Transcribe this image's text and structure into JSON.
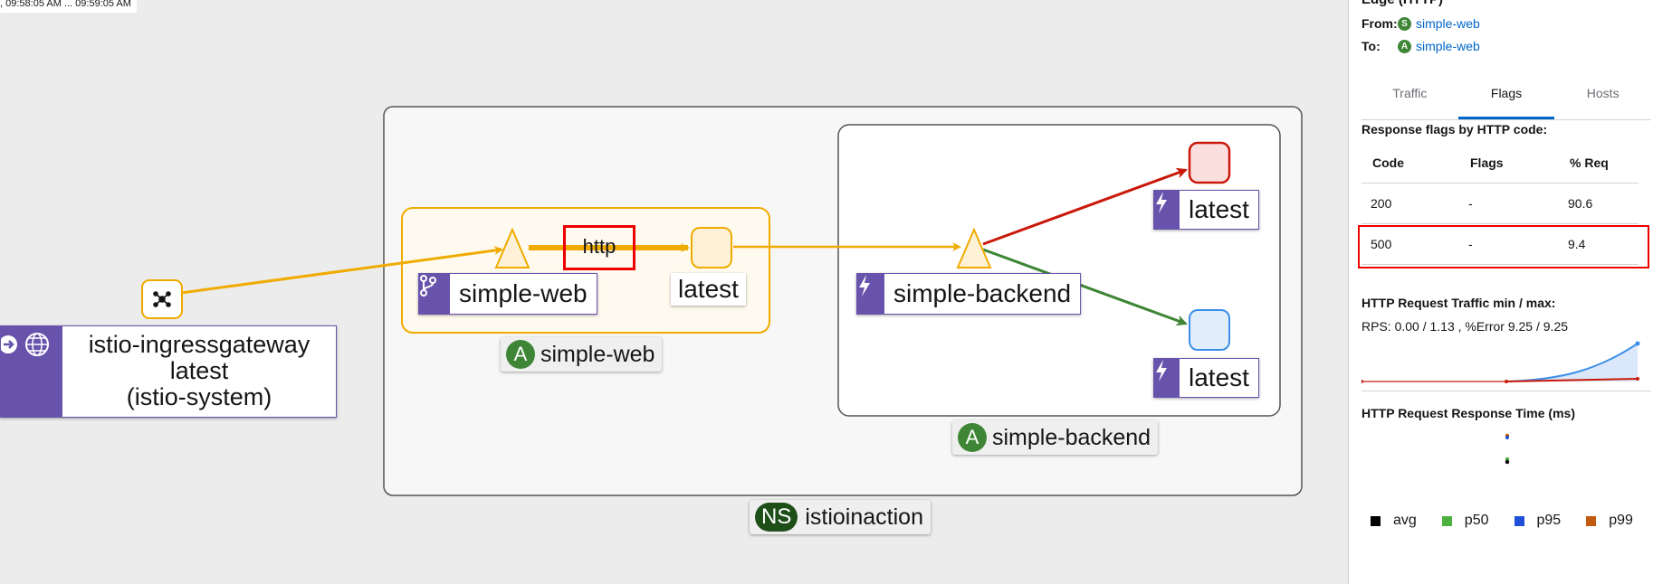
{
  "time_range": ", 09:58:05 AM ... 09:59:05 AM",
  "graph": {
    "gateway": {
      "line1": "istio-ingressgateway",
      "line2": "latest",
      "line3": "(istio-system)"
    },
    "edge_label": "http",
    "nodes": {
      "simple_web_service": "simple-web",
      "simple_web_version": "latest",
      "simple_backend_service": "simple-backend",
      "backend_version_top": "latest",
      "backend_version_bottom": "latest"
    },
    "app_boxes": {
      "web": {
        "badge": "A",
        "label": "simple-web"
      },
      "backend": {
        "badge": "A",
        "label": "simple-backend"
      }
    },
    "namespace_box": {
      "badge": "NS",
      "label": "istioinaction"
    },
    "colors": {
      "healthy": "#f0ab00",
      "error": "#c9190b",
      "success": "#3e8635",
      "badge": "#6753ac"
    }
  },
  "panel": {
    "header": "Edge (HTTP)",
    "from_label": "From:",
    "from_badge": "S",
    "from_value": "simple-web",
    "to_label": "To:",
    "to_badge": "A",
    "to_value": "simple-web",
    "tabs": [
      "Traffic",
      "Flags",
      "Hosts"
    ],
    "active_tab": "Flags",
    "flags_title": "Response flags by HTTP code:",
    "table_headers": [
      "Code",
      "Flags",
      "% Req"
    ],
    "rows": [
      {
        "code": "200",
        "flags": "-",
        "req": "90.6"
      },
      {
        "code": "500",
        "flags": "-",
        "req": "9.4"
      }
    ],
    "traffic_title": "HTTP Request Traffic min / max:",
    "rps_text": "RPS: 0.00 / 1.13 , %Error 9.25 / 9.25",
    "response_time_title": "HTTP Request Response Time (ms)",
    "legend": [
      {
        "label": "avg",
        "color": "#000000"
      },
      {
        "label": "p50",
        "color": "#4cb140"
      },
      {
        "label": "p95",
        "color": "#1f4fd6"
      },
      {
        "label": "p99",
        "color": "#c05a0f"
      }
    ]
  }
}
